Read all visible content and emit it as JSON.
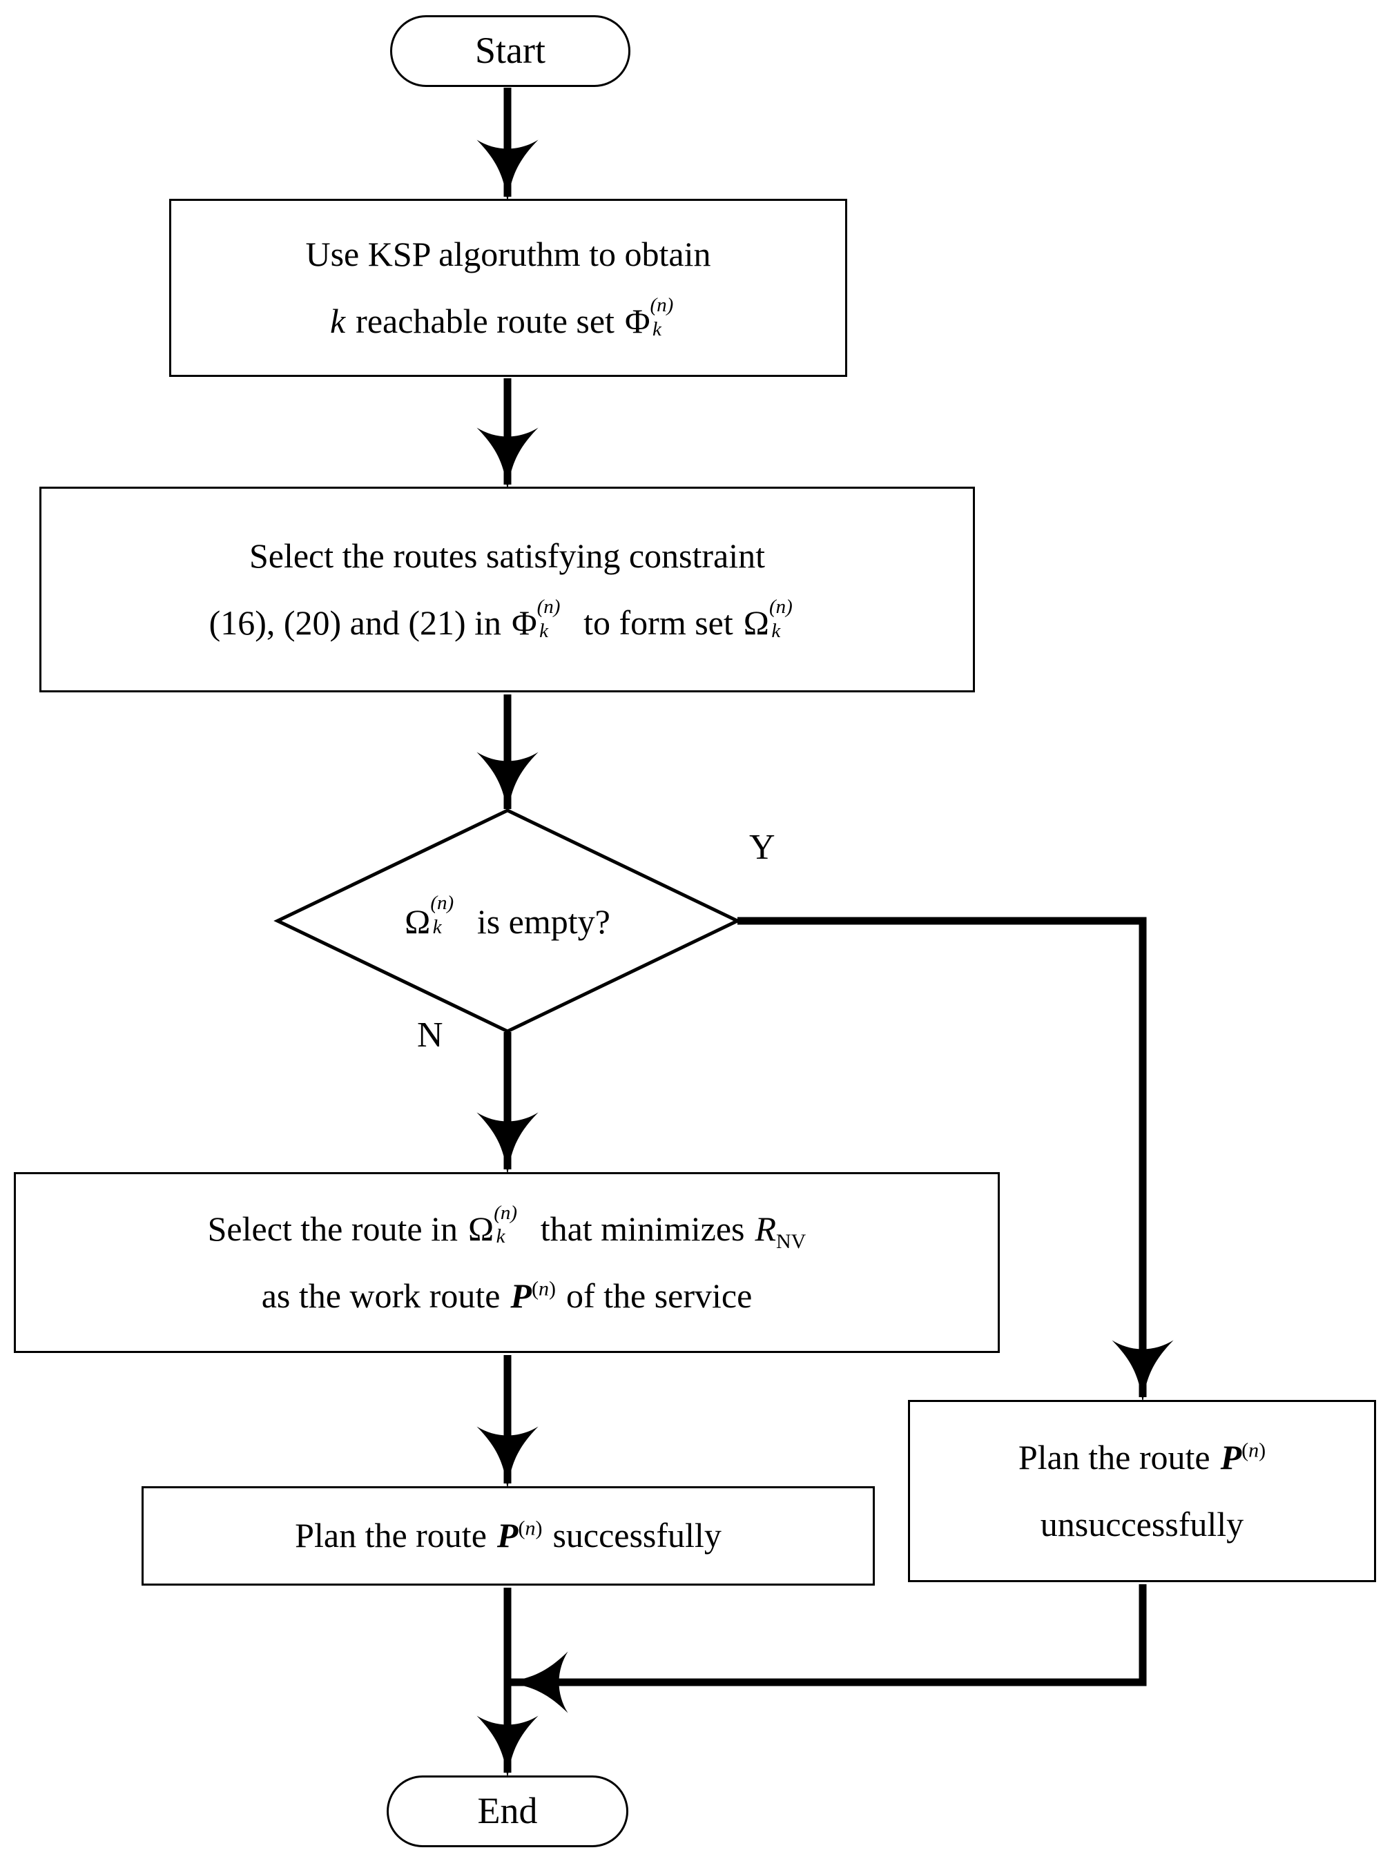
{
  "diagram": {
    "title": "Route planning flowchart",
    "colors": {
      "stroke": "#000000",
      "fill": "#ffffff",
      "text": "#000000"
    },
    "nodes": {
      "start": {
        "label": "Start",
        "shape": "terminator"
      },
      "ksp": {
        "shape": "process",
        "line1": "Use KSP algoruthm to obtain",
        "line2_pre": "k",
        "line2_mid": "reachable route set",
        "line2_sym": "Φ",
        "line2_sup": "(n)",
        "line2_sub": "k"
      },
      "select_set": {
        "shape": "process",
        "line1": "Select the routes satisfying constraint",
        "line2_pre": "(16), (20) and (21) in",
        "line2_sym1": "Φ",
        "line2_mid": "to form set",
        "line2_sym2": "Ω",
        "sup": "(n)",
        "sub": "k"
      },
      "decision": {
        "shape": "diamond",
        "sym": "Ω",
        "sup": "(n)",
        "sub": "k",
        "text": "is empty?"
      },
      "select_route": {
        "shape": "process",
        "line1_pre": "Select the route in",
        "line1_sym": "Ω",
        "line1_sup": "(n)",
        "line1_sub": "k",
        "line1_mid": "that minimizes",
        "line1_var": "R",
        "line1_varsub": "NV",
        "line2_pre": "as the work route",
        "line2_var": "P",
        "line2_sup": "(n)",
        "line2_post": "of the service"
      },
      "success": {
        "shape": "process",
        "pre": "Plan the route",
        "var": "P",
        "sup": "(n)",
        "post": "successfully"
      },
      "fail": {
        "shape": "process",
        "line1_pre": "Plan the route",
        "line1_var": "P",
        "line1_sup": "(n)",
        "line2": "unsuccessfully"
      },
      "end": {
        "label": "End",
        "shape": "terminator"
      }
    },
    "edges": {
      "yes_label": "Y",
      "no_label": "N"
    }
  }
}
